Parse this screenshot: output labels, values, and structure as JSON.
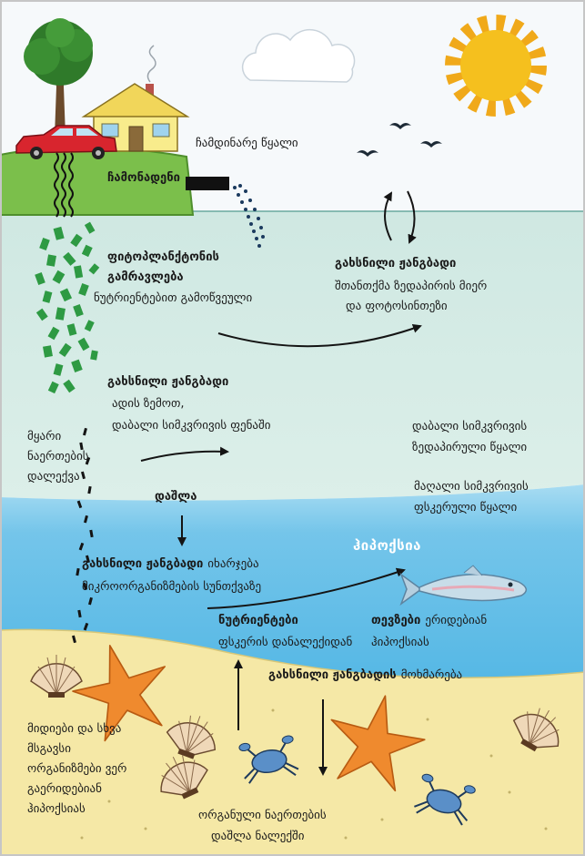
{
  "colors": {
    "sky": "#f6f9fb",
    "land": "#7bbf4b",
    "upper_water": "#d5ebe5",
    "lower_water": "#66c0e8",
    "sand": "#f5e8a6",
    "plankton": "#2e9a43",
    "sun": "#f5c01e",
    "starfish": "#ef8a2e",
    "arrow": "#141414"
  },
  "labels": {
    "wastewater": "ჩამდინარე წყალი",
    "runoff": "ჩამონადენი",
    "phytoplankton": [
      "ფიტოპლანქტონის",
      "გამრავლება",
      "ნუტრიენტებით გამოწვეული"
    ],
    "surface_oxygen": [
      "გახსნილი ჟანგბადი",
      "შთანთქმა ზედაპირის მიერ",
      "და ფოტოსინთეზი"
    ],
    "rising_oxygen": [
      "გახსნილი ჟანგბადი",
      "ადის ზემოთ,",
      "დაბალი სიმკვრივის ფენაში"
    ],
    "sedimentation": [
      "მყარი",
      "ნაერთების",
      "დალექვა"
    ],
    "low_density": [
      "დაბალი სიმკვრივის",
      "ზედაპირული წყალი"
    ],
    "high_density": [
      "მაღალი სიმკვრივის",
      "ფსკერული წყალი"
    ],
    "decomposition": "დაშლა",
    "oxygen_used": {
      "bold": "გახსნილი ჟანგბადი",
      "rest": "იხარჯება",
      "line2": "მიკროორგანიზმების სუნთქვაზე"
    },
    "hypoxia": "ჰიპოქსია",
    "nutrients": [
      "ნუტრიენტები",
      "ფსკერის დანალექიდან"
    ],
    "fish": {
      "bold": "თევზები",
      "rest": "ერიდებიან",
      "line2": "ჰიპოქსიას"
    },
    "oxygen_consumption": {
      "bold": "გახსნილი ჟანგბადის",
      "rest": "მოხმარება"
    },
    "mussels": [
      "მიდიები და სხვა",
      "მსგავსი",
      "ორგანიზმები ვერ",
      "გაერიდებიან",
      "ჰიპოქსიას"
    ],
    "organic": [
      "ორგანული ნაერთების",
      "დაშლა ნალექში"
    ]
  },
  "icons": [
    "sun-icon",
    "cloud-icon",
    "tree-icon",
    "house-icon",
    "car-icon",
    "bird-icon",
    "pipe-icon",
    "fish-icon",
    "starfish-icon",
    "scallop-icon",
    "crab-icon"
  ]
}
